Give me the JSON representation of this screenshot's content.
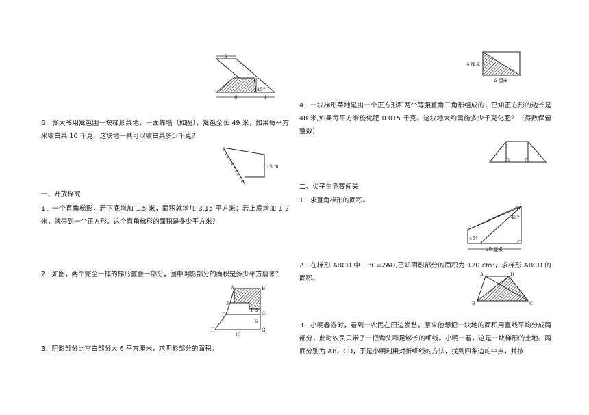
{
  "left": {
    "q6": "6．张大爷用篱笆围一块梯形菜地，一面靠墙（如图），篱笆全长 49 米，如果每平方米收白菜 10 千克，这块地一共可以收白菜多少千克？",
    "section1": "一、开放探究",
    "q1": "1．一个直角梯形，若下底增加 1.5 米，面积就增加 3.15 平方米；若上底增加 1.2 米，就得到一个正方形。这个直角梯形的面积是多少平方米？",
    "q2": "2．如图，两个完全一样的梯形重叠一部分，图中阴影部分的面积是多少平方厘米？",
    "q3": "3．阴影部分比空白部分大 6 平方厘米，求阴影部分的面积。",
    "fig_top": {
      "top": "5",
      "bottom": "8",
      "right": "4",
      "angle": "45°"
    },
    "fig_wall": {
      "height": "15 m"
    },
    "fig_overlap": {
      "A": "A",
      "B": "B",
      "E": "E",
      "D": "D",
      "I": "I",
      "C": "C",
      "H": "H",
      "G": "G",
      "num3": "3",
      "num6": "6",
      "num12": "12"
    }
  },
  "right": {
    "fig_rect": {
      "height": "4 厘米",
      "width": "6 厘米"
    },
    "q4": "4．一块梯形菜地是由一个正方形和两个等腰直角三角形组成的，已知正方形的边长是 48 米,如果每平方米施化肥 0.015 千克。这块地大约需施多少千克化肥？（得数保留整数）",
    "section2": "二、尖子生竞赛闯关",
    "c1": "1．求直角梯形的面积。",
    "fig_right_trap": {
      "angle1": "45°",
      "angle2": "45°",
      "base": "20 厘米"
    },
    "c2": "2．在梯形 ABCD 中．BC=2AD,已知阴影部分的面积为 120 cm²，求梯形 ABCD 的面积。",
    "fig_abcd": {
      "A": "A",
      "D": "D",
      "B": "B",
      "C": "C"
    },
    "c3": "3．小明春游时，看到一农民在田边发愁，原来他想把一块地的面积用直线平均分成两部分，此时农民只带了一把锄头和足够长的细线。小明一看，这是一块梯形的土地。两底分别为 AB、CD，于是小明利用对折细线的方法，找到四条边的中点，并按"
  }
}
